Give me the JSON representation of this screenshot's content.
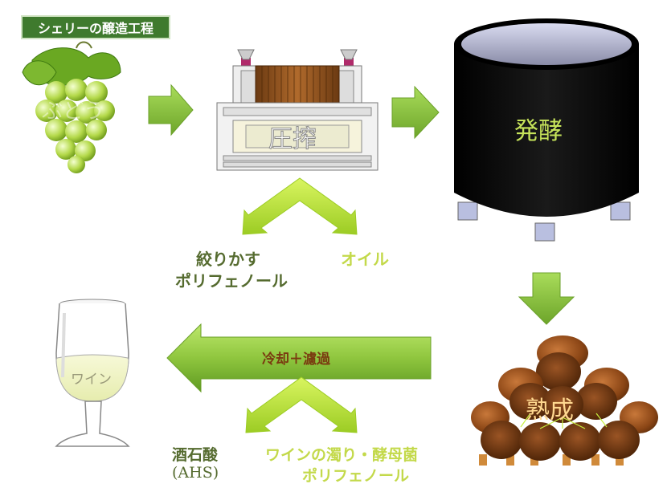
{
  "title": "シェリーの醸造工程",
  "steps": {
    "grape": "ぶどう",
    "press": "圧搾",
    "fermentation": "発酵",
    "aging": "熟成",
    "wine": "ワイン"
  },
  "byproducts": {
    "press_left_line1": "絞りかす",
    "press_left_line2": "ポリフェノール",
    "press_right": "オイル",
    "chill_left_line1": "酒石酸",
    "chill_left_line2": "(AHS)",
    "chill_right_line1": "ワインの濁り・酵母菌",
    "chill_right_line2": "ポリフェノール"
  },
  "process": {
    "chill_filter": "冷却＋濾過"
  },
  "colors": {
    "title_bg": "#3f7a2e",
    "arrow_green": "#8fc63e",
    "arrow_lime": "#bfe63b",
    "dark_text": "#556b2f",
    "lime_text": "#c3d94a"
  }
}
